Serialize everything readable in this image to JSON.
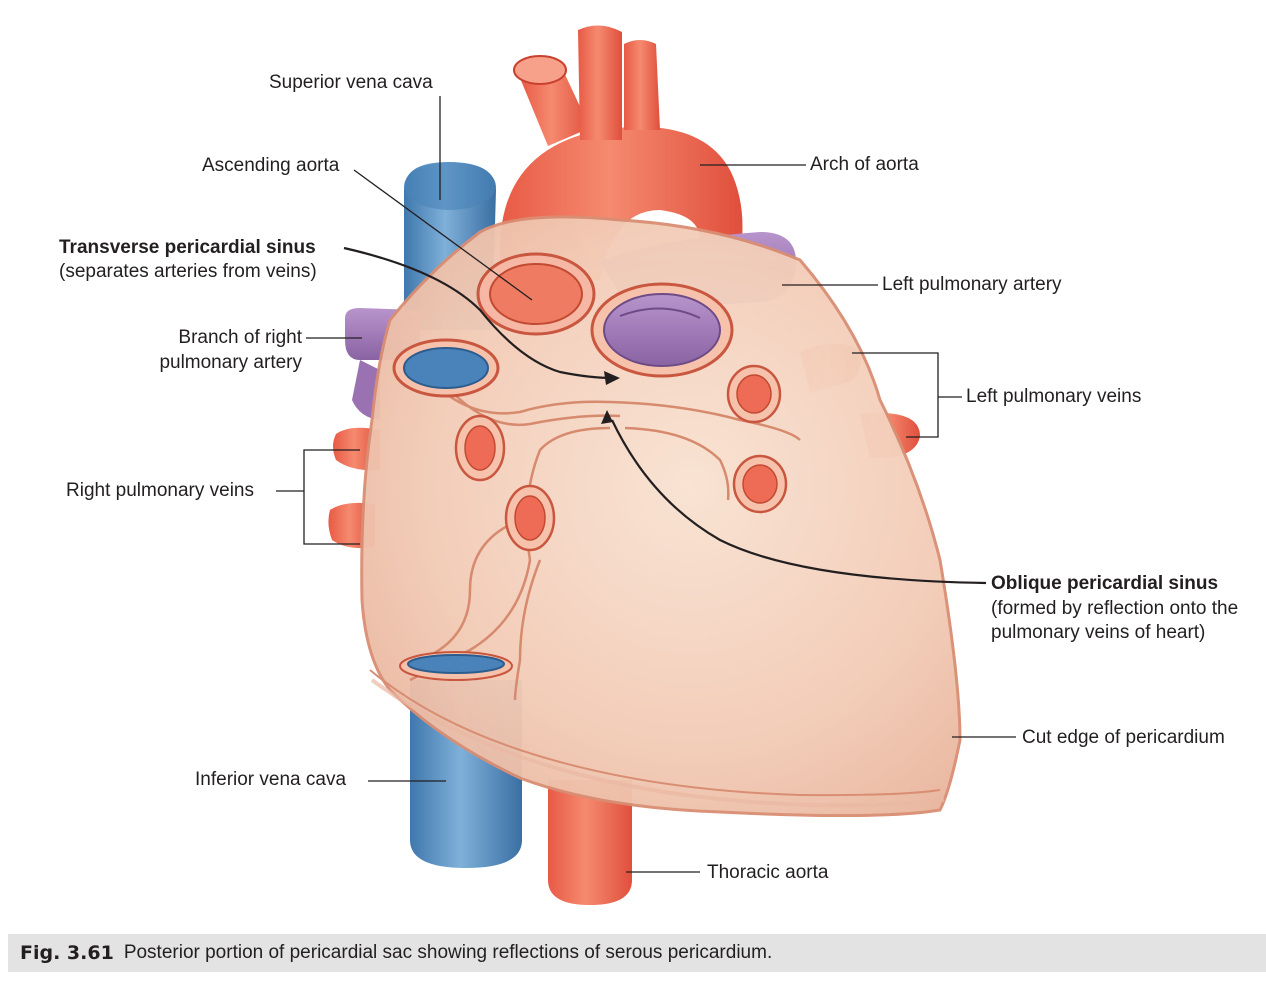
{
  "labels": {
    "superior_vena_cava": "Superior vena cava",
    "ascending_aorta": "Ascending aorta",
    "transverse_title": "Transverse pericardial sinus",
    "transverse_sub": "(separates arteries from veins)",
    "branch_right_pa_1": "Branch of right",
    "branch_right_pa_2": "pulmonary artery",
    "right_pulmonary_veins": "Right pulmonary veins",
    "inferior_vena_cava": "Inferior vena cava",
    "arch_of_aorta": "Arch of aorta",
    "left_pulmonary_artery": "Left pulmonary artery",
    "left_pulmonary_veins": "Left pulmonary veins",
    "oblique_title": "Oblique pericardial sinus",
    "oblique_sub_1": "(formed by reflection onto the",
    "oblique_sub_2": "pulmonary veins of heart)",
    "cut_edge": "Cut edge of pericardium",
    "thoracic_aorta": "Thoracic aorta"
  },
  "caption": {
    "number": "Fig. 3.61",
    "text": "Posterior portion of pericardial sac showing reflections of serous pericardium."
  },
  "colors": {
    "aorta": "#ef6a52",
    "vena_cava": "#5b93c4",
    "pulmonary_artery": "#a17bb5",
    "pericardium": "#f6d2bf",
    "caption_bg": "#e3e3e4"
  }
}
